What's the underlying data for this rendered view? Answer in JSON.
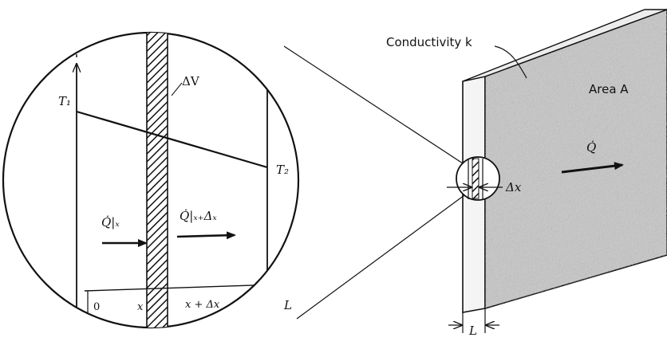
{
  "labels": {
    "conductivity": "Conductivity k",
    "area": "Area A",
    "q_dot_plate": "Q̇",
    "delta_x_plate": "Δx",
    "thickness": "L",
    "delta_v": "ΔV",
    "t1": "T₁",
    "t2": "T₂",
    "q_at_x": "Q̇|ₓ",
    "q_at_x_dx": "Q̇|ₓ₊Δₓ",
    "axis_zero": "0",
    "axis_x": "x",
    "axis_x_dx": "x + Δx",
    "axis_L": "L"
  },
  "colors": {
    "ink": "#111111",
    "plate_fill": "#bdbdbd",
    "plate_edge": "#e6e6e6",
    "paper": "#ffffff"
  }
}
